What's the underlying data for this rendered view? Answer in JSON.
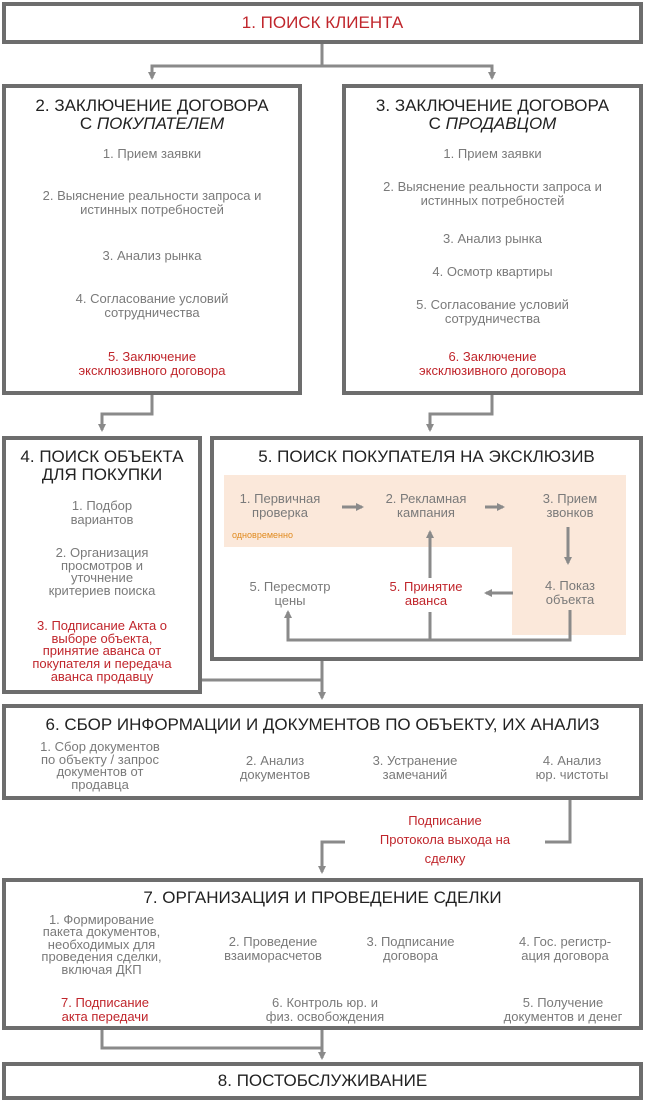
{
  "colors": {
    "border": "#6d6d6d",
    "arrow": "#8a8a8a",
    "accent": "#c0262c",
    "shade": "#fbe8da",
    "note": "#e08a1e"
  },
  "s1": {
    "title": "1. ПОИСК КЛИЕНТА"
  },
  "s2": {
    "title_line1": "2. ЗАКЛЮЧЕНИЕ ДОГОВОРА",
    "title_line2_prefix": "С ",
    "title_line2_italic": "ПОКУПАТЕЛЕМ",
    "steps": [
      [
        "1. Прием заявки"
      ],
      [
        "2. Выяснение реальности запроса и",
        "истинных потребностей"
      ],
      [
        "3. Анализ рынка"
      ],
      [
        "4. Согласование условий",
        "сотрудничества"
      ],
      [
        "5. Заключение",
        "эксклюзивного договора"
      ]
    ]
  },
  "s3": {
    "title_line1": "3. ЗАКЛЮЧЕНИЕ ДОГОВОРА",
    "title_line2_prefix": "С ",
    "title_line2_italic": "ПРОДАВЦОМ",
    "steps": [
      [
        "1. Прием заявки"
      ],
      [
        "2. Выяснение реальности запроса и",
        "истинных потребностей"
      ],
      [
        "3. Анализ рынка"
      ],
      [
        "4. Осмотр квартиры"
      ],
      [
        "5. Согласование условий",
        "сотрудничества"
      ],
      [
        "6. Заключение",
        "эксклюзивного договора"
      ]
    ]
  },
  "s4": {
    "title_line1": "4. ПОИСК ОБЪЕКТА",
    "title_line2": "ДЛЯ ПОКУПКИ",
    "steps": [
      [
        "1. Подбор",
        "вариантов"
      ],
      [
        "2. Организация",
        "просмотров и",
        "уточнение",
        "критериев поиска"
      ],
      [
        "3. Подписание Акта о",
        "выборе объекта,",
        "принятие аванса от",
        "покупателя и  передача",
        "аванса продавцу"
      ]
    ]
  },
  "s5": {
    "title": "5. ПОИСК ПОКУПАТЕЛЯ НА ЭКСКЛЮЗИВ",
    "note": "одновременно",
    "steps": [
      [
        "1. Первичная",
        "проверка"
      ],
      [
        "2. Рекламная",
        "кампания"
      ],
      [
        "3. Прием",
        "звонков"
      ],
      [
        "4. Показ",
        "объекта"
      ],
      [
        "5. Принятие",
        "аванса"
      ],
      [
        "5. Пересмотр",
        "цены"
      ]
    ]
  },
  "s6": {
    "title": "6. СБОР ИНФОРМАЦИИ И ДОКУМЕНТОВ ПО ОБЪЕКТУ, ИХ АНАЛИЗ",
    "steps": [
      [
        "1. Сбор документов",
        "по объекту / запрос",
        "документов от",
        "продавца"
      ],
      [
        "2. Анализ",
        "документов"
      ],
      [
        "3. Устранение",
        "замечаний"
      ],
      [
        "4. Анализ",
        "юр. чистоты"
      ]
    ]
  },
  "protocol": [
    "Подписание",
    "Протокола выхода на",
    "сделку"
  ],
  "s7": {
    "title": "7. ОРГАНИЗАЦИЯ И ПРОВЕДЕНИЕ СДЕЛКИ",
    "steps": [
      [
        "1. Формирование",
        "пакета документов,",
        "необходимых для",
        "проведения сделки,",
        "включая ДКП"
      ],
      [
        "2. Проведение",
        "взаиморасчетов"
      ],
      [
        "3. Подписание",
        "договора"
      ],
      [
        "4. Гос. регистр-",
        "ация договора"
      ],
      [
        "5. Получение",
        "документов и денег"
      ],
      [
        "6. Контроль юр. и",
        "физ. освобождения"
      ],
      [
        "7. Подписание",
        "акта передачи"
      ]
    ]
  },
  "s8": {
    "title": "8. ПОСТОБСЛУЖИВАНИЕ"
  }
}
